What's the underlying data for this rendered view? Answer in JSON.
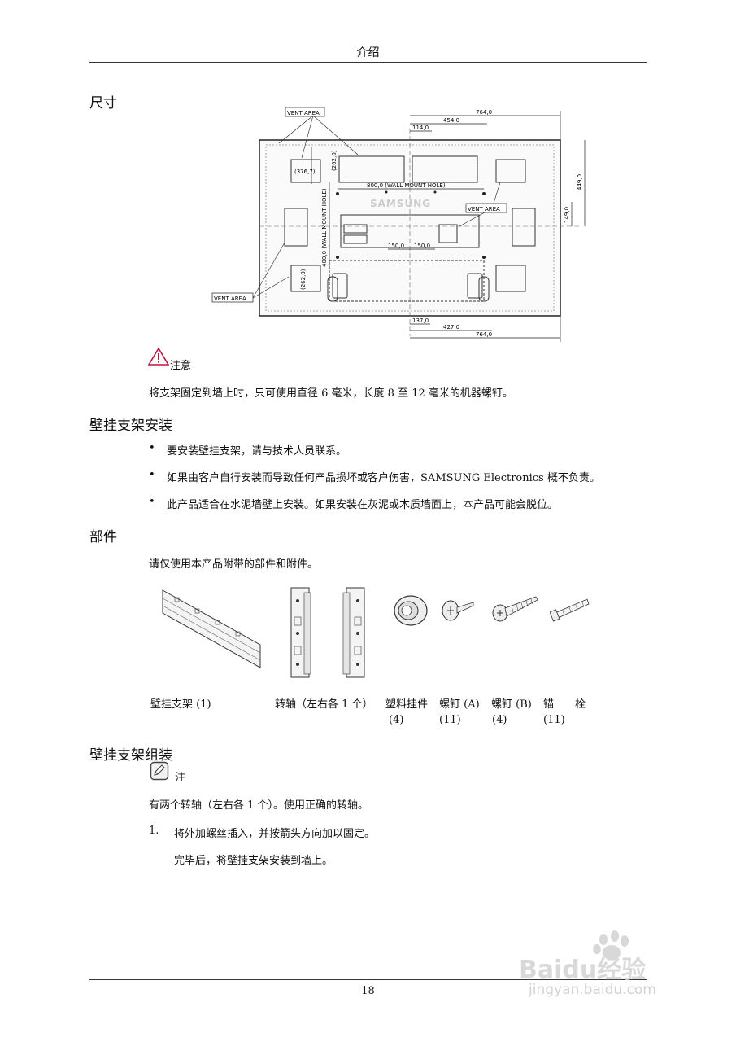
{
  "header": {
    "title": "介绍"
  },
  "sections": {
    "dimensions": {
      "title": "尺寸",
      "diagram": {
        "vent_area_top": "VENT AREA",
        "vent_area_left": "VENT AREA",
        "vent_area_right": "VENT AREA",
        "brand": "SAMSUNG",
        "wall_mount_hole_h": "800,0 (WALL MOUNT HOLE)",
        "wall_mount_hole_v": "400,0 (WALL MOUNT HOLE)",
        "dim_764_top": "764,0",
        "dim_454": "454,0",
        "dim_114": "114,0",
        "dim_262_top": "(262,0)",
        "dim_376": "(376,7)",
        "dim_262_bottom": "(262,0)",
        "dim_449": "449,0",
        "dim_149": "149,0",
        "dim_150_a": "150,0",
        "dim_150_b": "150,0",
        "dim_137": "137,0",
        "dim_427": "427,0",
        "dim_764_bottom": "764,0"
      },
      "caution_label": "注意",
      "caution_text": "将支架固定到墙上时，只可使用直径 6 毫米，长度 8 至 12 毫米的机器螺钉。"
    },
    "install": {
      "title": "壁挂支架安装",
      "bullets": [
        "要安装壁挂支架，请与技术人员联系。",
        "如果由客户自行安装而导致任何产品损坏或客户伤害，SAMSUNG Electronics 概不负责。",
        "此产品适合在水泥墙壁上安装。如果安装在灰泥或木质墙面上，本产品可能会脱位。"
      ],
      "bullet_symbol": "•"
    },
    "parts": {
      "title": "部件",
      "intro": "请仅使用本产品附带的部件和附件。",
      "labels": {
        "bracket": "壁挂支架 (1)",
        "hinge": "转轴（左右各 1 个）",
        "plastic_line1": "塑料挂件",
        "plastic_line2": "(4)",
        "screw_a_line1": "螺钉 (A)",
        "screw_a_line2": "(11)",
        "screw_b_line1": "螺钉 (B)",
        "screw_b_line2": "(4)",
        "anchor_line1": "锚　　栓",
        "anchor_line2": "(11)"
      }
    },
    "assembly": {
      "title": "壁挂支架组装",
      "note_label": "注",
      "note_text": "有两个转轴（左右各 1 个）。使用正确的转轴。",
      "step_number": "1.",
      "step_text": "将外加螺丝插入，并按箭头方向加以固定。",
      "step_followup": "完毕后，将壁挂支架安装到墙上。"
    }
  },
  "footer": {
    "page_number": "18"
  },
  "watermark": {
    "brand": "Baidu经验",
    "url": "jingyan.baidu.com"
  }
}
